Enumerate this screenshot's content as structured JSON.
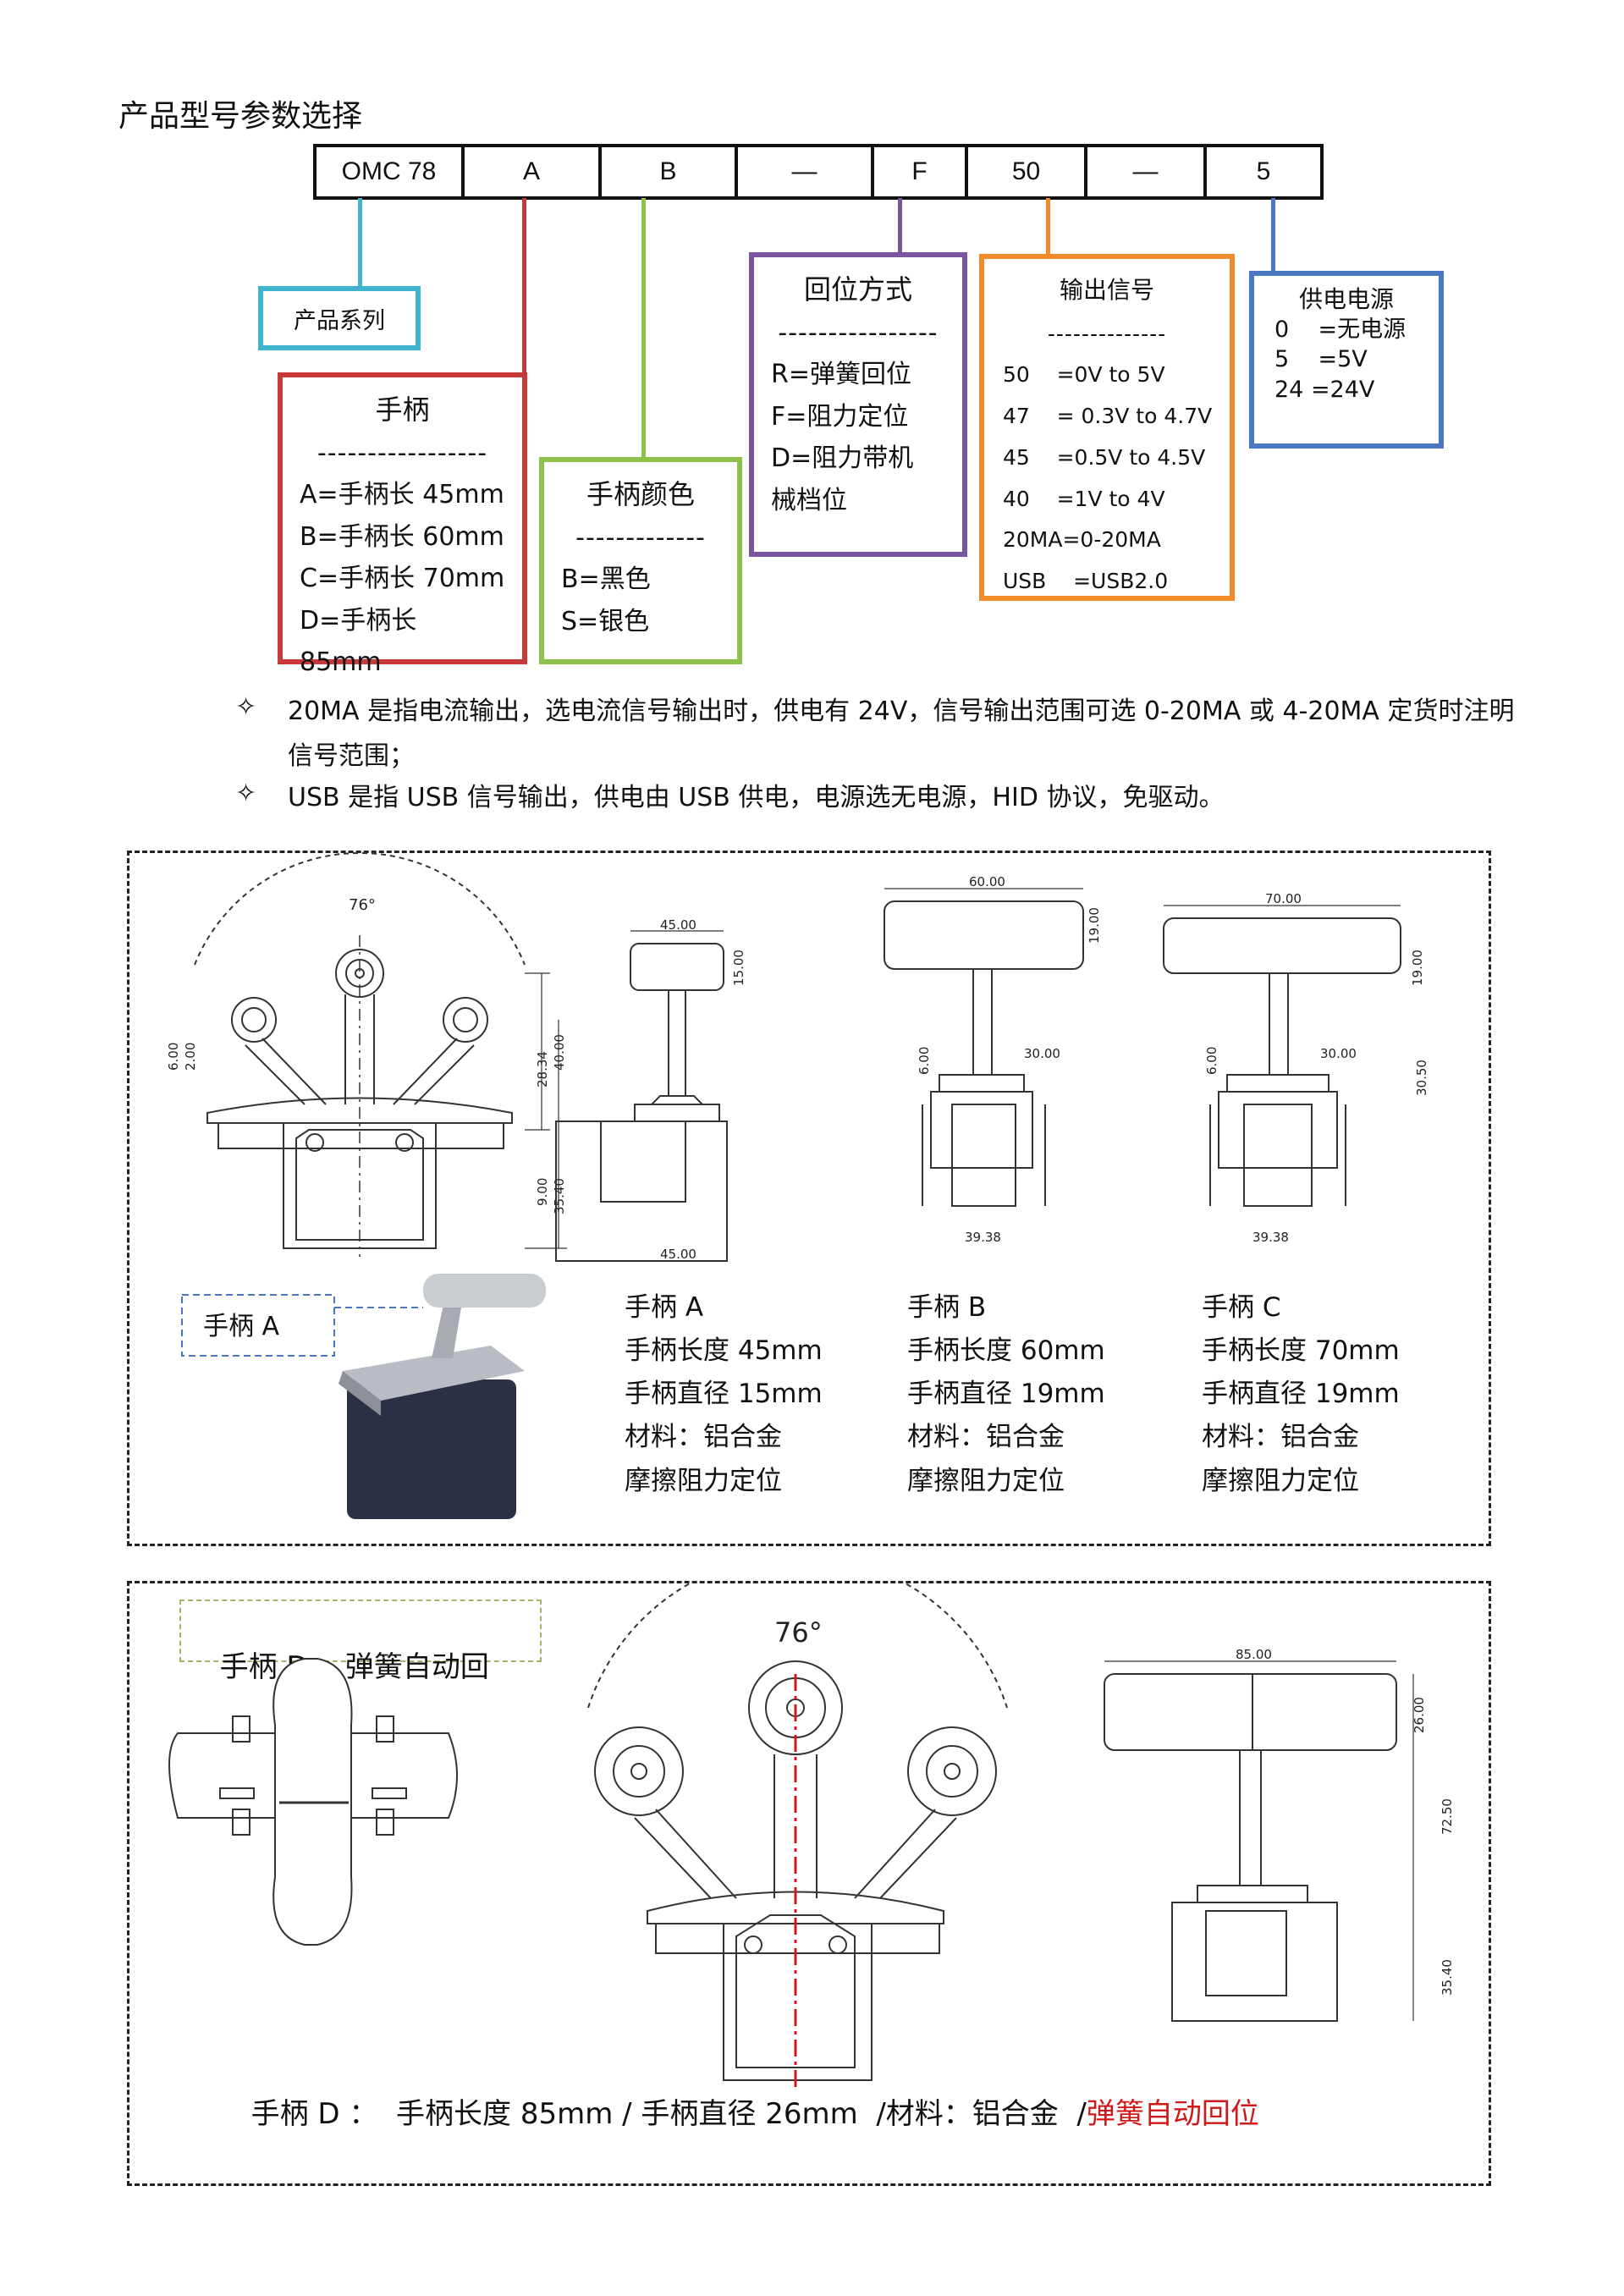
{
  "page_title": "产品型号参数选择",
  "model_code": [
    "OMC 78",
    "A",
    "B",
    "—",
    "F",
    "50",
    "—",
    "5"
  ],
  "series_box": {
    "label": "产品系列"
  },
  "handle_box": {
    "title": "手柄",
    "dash": "-----------------",
    "items": [
      "A=手柄长 45mm",
      "B=手柄长 60mm",
      "C=手柄长 70mm",
      "D=手柄长 85mm"
    ]
  },
  "color_box": {
    "title": "手柄颜色",
    "dash": "-------------",
    "items": [
      "B=黑色",
      "S=银色"
    ]
  },
  "return_box": {
    "title": "回位方式",
    "dash": "----------------",
    "items": [
      "R=弹簧回位",
      "F=阻力定位",
      "D=阻力带机",
      "械档位"
    ]
  },
  "output_box": {
    "title": "输出信号",
    "dash": "--------------",
    "items": [
      "50    =0V to 5V",
      "47    = 0.3V to 4.7V",
      "45    =0.5V to 4.5V",
      "40    =1V to 4V",
      "20MA=0-20MA",
      "USB    =USB2.0"
    ]
  },
  "power_box": {
    "title": "供电电源",
    "items": [
      "0    =无电源",
      "5    =5V",
      "24 =24V"
    ]
  },
  "notes": [
    {
      "mark": "✧",
      "text": "20MA 是指电流输出，选电流信号输出时，供电有 24V，信号输出范围可选 0-20MA 或 4-20MA 定货时注明信号范围；"
    },
    {
      "mark": "✧",
      "text": "USB 是指 USB 信号输出，供电由 USB 供电，电源选无电源，HID 协议，免驱动。"
    }
  ],
  "drawing1": {
    "angle": "76°",
    "dims_front": [
      "6.00",
      "2.00",
      "28.34",
      "40.00",
      "9.00",
      "35.40"
    ],
    "handle_a_dims": [
      "45.00",
      "15.00",
      "45.00"
    ],
    "handle_b_dims": [
      "60.00",
      "19.00",
      "30.00",
      "6.00",
      "39.38"
    ],
    "handle_c_dims": [
      "70.00",
      "19.00",
      "30.00",
      "30.50",
      "6.00",
      "39.38"
    ],
    "photo_label": "手柄 A"
  },
  "specs": [
    {
      "name": "手柄 A",
      "length": "手柄长度 45mm",
      "diameter": "手柄直径 15mm",
      "material": "材料：铝合金",
      "mode": "摩擦阻力定位"
    },
    {
      "name": "手柄 B",
      "length": "手柄长度 60mm",
      "diameter": "手柄直径 19mm",
      "material": "材料：铝合金",
      "mode": "摩擦阻力定位"
    },
    {
      "name": "手柄 C",
      "length": "手柄长度 70mm",
      "diameter": "手柄直径 19mm",
      "material": "材料：铝合金",
      "mode": "摩擦阻力定位"
    }
  ],
  "drawing2": {
    "tag": "手柄 D    弹簧自动回",
    "angle": "76°",
    "dims_side": [
      "85.00",
      "26.00",
      "72.50",
      "35.40"
    ]
  },
  "caption_d": {
    "part1": "手柄 D ：  手柄长度 85mm / 手柄直径 26mm  /材料：铝合金  /",
    "part2": "弹簧自动回位"
  },
  "colors": {
    "series": "#40b3cf",
    "handle": "#c83a3a",
    "color": "#8fc24a",
    "return": "#7c55a0",
    "output": "#f08a2a",
    "power": "#4a78c2",
    "accent_red": "#d01818"
  }
}
